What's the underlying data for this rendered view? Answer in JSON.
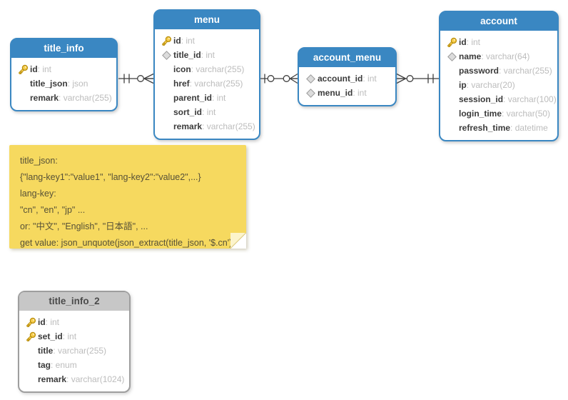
{
  "colors": {
    "entity_header_blue": "#3a87c2",
    "entity_header_gray": "#c7c7c7",
    "note_yellow": "#f6d95f",
    "connector": "#3f3f3f",
    "key_gold": "#f7ce4e"
  },
  "entities": [
    {
      "name": "title_info",
      "style": "blue",
      "fields": [
        {
          "icon": "key-icon",
          "name": "id",
          "type": "int"
        },
        {
          "icon": "",
          "name": "title_json",
          "type": "json"
        },
        {
          "icon": "",
          "name": "remark",
          "type": "varchar(255)"
        }
      ]
    },
    {
      "name": "menu",
      "style": "blue",
      "fields": [
        {
          "icon": "key-icon",
          "name": "id",
          "type": "int"
        },
        {
          "icon": "diamond-icon",
          "name": "title_id",
          "type": "int"
        },
        {
          "icon": "",
          "name": "icon",
          "type": "varchar(255)"
        },
        {
          "icon": "",
          "name": "href",
          "type": "varchar(255)"
        },
        {
          "icon": "",
          "name": "parent_id",
          "type": "int"
        },
        {
          "icon": "",
          "name": "sort_id",
          "type": "int"
        },
        {
          "icon": "",
          "name": "remark",
          "type": "varchar(255)"
        }
      ]
    },
    {
      "name": "account_menu",
      "style": "blue",
      "fields": [
        {
          "icon": "diamond-icon",
          "name": "account_id",
          "type": "int"
        },
        {
          "icon": "diamond-icon",
          "name": "menu_id",
          "type": "int"
        }
      ]
    },
    {
      "name": "account",
      "style": "blue",
      "fields": [
        {
          "icon": "key-icon",
          "name": "id",
          "type": "int"
        },
        {
          "icon": "diamond-icon",
          "name": "name",
          "type": "varchar(64)"
        },
        {
          "icon": "",
          "name": "password",
          "type": "varchar(255)"
        },
        {
          "icon": "",
          "name": "ip",
          "type": "varchar(20)"
        },
        {
          "icon": "",
          "name": "session_id",
          "type": "varchar(100)"
        },
        {
          "icon": "",
          "name": "login_time",
          "type": "varchar(50)"
        },
        {
          "icon": "",
          "name": "refresh_time",
          "type": "datetime"
        }
      ]
    },
    {
      "name": "title_info_2",
      "style": "gray",
      "fields": [
        {
          "icon": "key-icon",
          "name": "id",
          "type": "int"
        },
        {
          "icon": "key-icon",
          "name": "set_id",
          "type": "int"
        },
        {
          "icon": "",
          "name": "title",
          "type": "varchar(255)"
        },
        {
          "icon": "",
          "name": "tag",
          "type": "enum"
        },
        {
          "icon": "",
          "name": "remark",
          "type": "varchar(1024)"
        }
      ]
    }
  ],
  "relationships": [
    {
      "from": "title_info",
      "to": "menu",
      "from_cardinality": "one-and-only-one",
      "to_cardinality": "zero-or-many"
    },
    {
      "from": "menu",
      "to": "account_menu",
      "from_cardinality": "zero-or-one",
      "to_cardinality": "zero-or-many"
    },
    {
      "from": "account_menu",
      "to": "account",
      "from_cardinality": "zero-or-many",
      "to_cardinality": "one-and-only-one"
    }
  ],
  "note": {
    "lines": [
      "title_json:",
      "{\"lang-key1\":\"value1\", \"lang-key2\":\"value2\",...}",
      "lang-key:",
      "\"cn\", \"en\", \"jp\" ...",
      "or: \"中文\", \"English\", \"日本語\", ...",
      "get value: json_unquote(json_extract(title_json, '$.cn')"
    ]
  }
}
